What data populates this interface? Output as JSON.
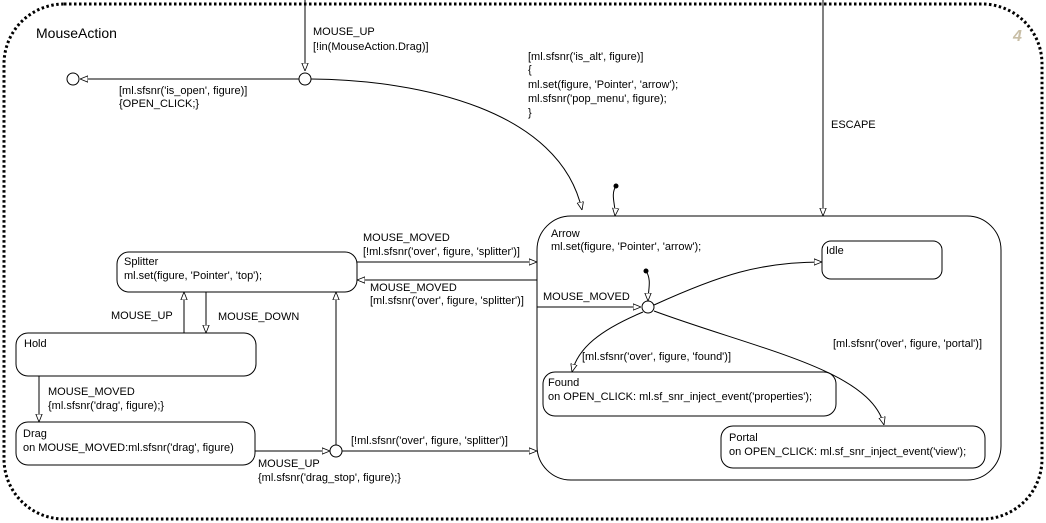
{
  "chart": {
    "name": "MouseAction",
    "number_badge": "4",
    "states": {
      "splitter": {
        "name": "Splitter",
        "action": "ml.set(figure, 'Pointer', 'top');"
      },
      "hold": {
        "name": "Hold",
        "action": ""
      },
      "drag": {
        "name": "Drag",
        "action": "on MOUSE_MOVED:ml.sfsnr('drag', figure)"
      },
      "arrow": {
        "name": "Arrow",
        "action": "ml.set(figure, 'Pointer', 'arrow');"
      },
      "idle": {
        "name": "Idle",
        "action": ""
      },
      "found": {
        "name": "Found",
        "action": "on OPEN_CLICK: ml.sf_snr_inject_event('properties');"
      },
      "portal": {
        "name": "Portal",
        "action": "on OPEN_CLICK: ml.sf_snr_inject_event('view');"
      }
    },
    "transitions": {
      "top_mouse_up": {
        "line1": "MOUSE_UP",
        "line2": "[!in(MouseAction.Drag)]"
      },
      "is_open": {
        "line1": "[ml.sfsnr('is_open', figure)]",
        "line2": "{OPEN_CLICK;}"
      },
      "is_alt": {
        "line1": "[ml.sfsnr('is_alt', figure)]",
        "line2": "{",
        "line3": "ml.set(figure, 'Pointer', 'arrow');",
        "line4": "ml.sfsnr('pop_menu', figure);",
        "line5": "}"
      },
      "escape": {
        "line1": "ESCAPE"
      },
      "splitter_to_arrow": {
        "line1": "MOUSE_MOVED",
        "line2": "[!ml.sfsnr('over', figure, 'splitter')]"
      },
      "arrow_to_splitter": {
        "line1": "MOUSE_MOVED",
        "line2": "[ml.sfsnr('over', figure, 'splitter')]"
      },
      "hold_to_splitter": {
        "line1": "MOUSE_UP"
      },
      "splitter_to_hold": {
        "line1": "MOUSE_DOWN"
      },
      "hold_to_drag": {
        "line1": "MOUSE_MOVED",
        "line2": "{ml.sfsnr('drag', figure);}"
      },
      "drag_mouse_up": {
        "line1": "MOUSE_UP",
        "line2": "{ml.sfsnr('drag_stop', figure);}"
      },
      "junction_to_arrow": {
        "line1": "[!ml.sfsnr('over', figure, 'splitter')]"
      },
      "inner_mouse_moved": {
        "line1": "MOUSE_MOVED"
      },
      "to_found": {
        "line1": "[ml.sfsnr('over', figure, 'found')]"
      },
      "to_portal": {
        "line1": "[ml.sfsnr('over', figure, 'portal')]"
      }
    }
  }
}
